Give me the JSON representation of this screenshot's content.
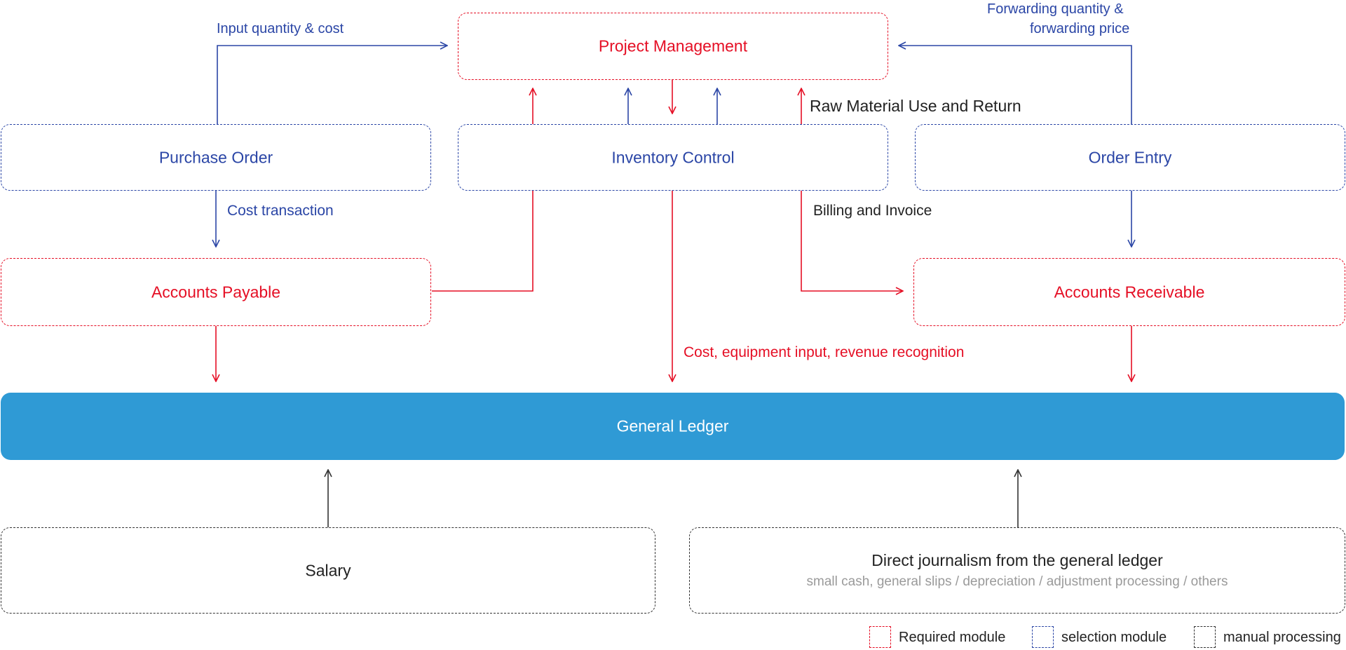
{
  "nodes": {
    "project_management": "Project Management",
    "purchase_order": "Purchase Order",
    "inventory_control": "Inventory Control",
    "order_entry": "Order Entry",
    "accounts_payable": "Accounts Payable",
    "accounts_receivable": "Accounts Receivable",
    "general_ledger": "General Ledger",
    "salary": "Salary",
    "direct_journal": "Direct journalism from the general ledger",
    "direct_journal_sub": "small cash, general slips / depreciation / adjustment processing / others"
  },
  "edges": {
    "input_quantity_cost": "Input quantity & cost",
    "forwarding_line1": "Forwarding quantity &",
    "forwarding_line2": "forwarding price",
    "raw_material": "Raw Material Use and Return",
    "cost_transaction": "Cost transaction",
    "billing_invoice": "Billing and Invoice",
    "cost_equipment": "Cost, equipment input, revenue recognition"
  },
  "legend": {
    "required": "Required module",
    "selection": "selection module",
    "manual": "manual processing"
  },
  "colors": {
    "required": "#e50f25",
    "selection": "#2b46a6",
    "manual": "#333333",
    "ledger": "#2f9ad5"
  }
}
